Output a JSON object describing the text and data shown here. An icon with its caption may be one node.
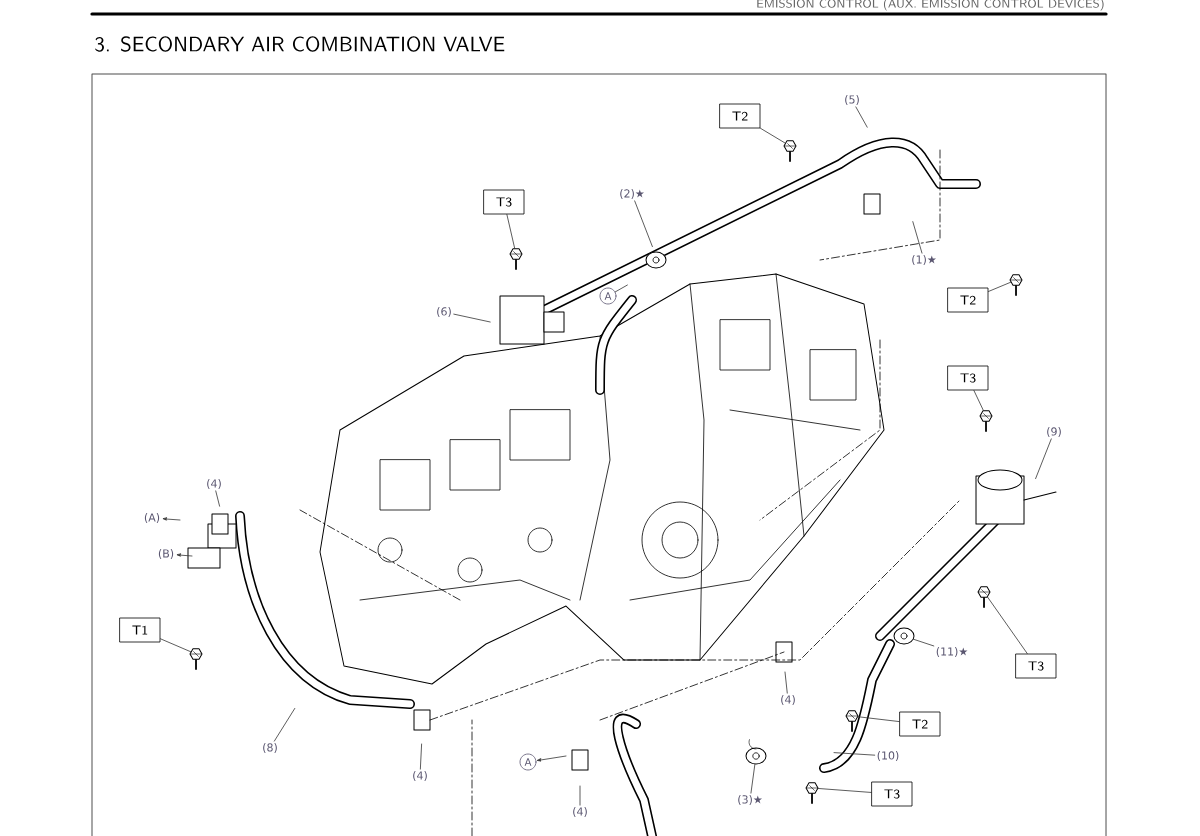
{
  "diagram": {
    "title": "3. SECONDARY AIR COMBINATION VALVE",
    "nodes": [
      {
        "text": [
          "T2"
        ]
      },
      {
        "text": [
          "(5)"
        ]
      },
      {
        "text": [
          "(2)★"
        ]
      },
      {
        "text": [
          "T3"
        ]
      },
      {
        "text": [
          "(1)★"
        ]
      },
      {
        "text": [
          "T2"
        ]
      },
      {
        "text": [
          "(6)"
        ]
      },
      {
        "text": [
          "A"
        ]
      },
      {
        "text": [
          "T3"
        ]
      },
      {
        "text": [
          "(9)"
        ]
      },
      {
        "text": [
          "(4)"
        ]
      },
      {
        "text": [
          "(A)"
        ]
      },
      {
        "text": [
          "(B)"
        ]
      },
      {
        "text": [
          "T1"
        ]
      },
      {
        "text": [
          "(8)"
        ]
      },
      {
        "text": [
          "(4)"
        ]
      },
      {
        "text": [
          "(4)"
        ]
      },
      {
        "text": [
          "(11)★"
        ]
      },
      {
        "text": [
          "T3"
        ]
      },
      {
        "text": [
          "T2"
        ]
      },
      {
        "text": [
          "A"
        ]
      },
      {
        "text": [
          "(4)"
        ]
      },
      {
        "text": [
          "(10)"
        ]
      },
      {
        "text": [
          "(3)★"
        ]
      },
      {
        "text": [
          "T3"
        ]
      },
      {
        "text": [],
        "shape": "picture"
      },
      {
        "text": [],
        "shape": "picture"
      },
      {
        "text": [],
        "shape": "picture"
      },
      {
        "text": [],
        "shape": "picture"
      },
      {
        "text": [],
        "shape": "picture"
      },
      {
        "text": [],
        "shape": "picture"
      },
      {
        "text": [],
        "shape": "picture"
      },
      {
        "text": [],
        "shape": "picture"
      },
      {
        "text": [],
        "shape": "picture"
      }
    ],
    "edges": [
      {
        "from": 0,
        "to": 25,
        "arrow": "none"
      },
      {
        "from": 1,
        "to": null,
        "arrow": "none"
      },
      {
        "from": 2,
        "to": null,
        "arrow": "none"
      },
      {
        "from": 3,
        "to": 26,
        "arrow": "none"
      },
      {
        "from": 4,
        "to": null,
        "arrow": "none"
      },
      {
        "from": 5,
        "to": 27,
        "arrow": "none"
      },
      {
        "from": 6,
        "to": null,
        "arrow": "none"
      },
      {
        "from": 7,
        "to": null,
        "arrow": "none"
      },
      {
        "from": 8,
        "to": 28,
        "arrow": "none"
      },
      {
        "from": 9,
        "to": null,
        "arrow": "none"
      },
      {
        "from": 10,
        "to": null,
        "arrow": "none"
      },
      {
        "from": null,
        "to": 11,
        "arrow": "to"
      },
      {
        "from": null,
        "to": 12,
        "arrow": "to"
      },
      {
        "from": 13,
        "to": 29,
        "arrow": "none"
      },
      {
        "from": 14,
        "to": null,
        "arrow": "none"
      },
      {
        "from": 15,
        "to": null,
        "arrow": "none"
      },
      {
        "from": 16,
        "to": null,
        "arrow": "none"
      },
      {
        "from": 17,
        "to": null,
        "arrow": "none"
      },
      {
        "from": 18,
        "to": 30,
        "arrow": "none"
      },
      {
        "from": 19,
        "to": 31,
        "arrow": "none"
      },
      {
        "from": null,
        "to": 20,
        "arrow": "to"
      },
      {
        "from": 21,
        "to": null,
        "arrow": "none"
      },
      {
        "from": 22,
        "to": null,
        "arrow": "none"
      },
      {
        "from": 23,
        "to": 32,
        "arrow": "none"
      },
      {
        "from": 24,
        "to": 33,
        "arrow": "none"
      }
    ],
    "labels": [
      "EMISSION CONTROL (AUX. EMISSION CONTROL DEVICES)"
    ]
  }
}
